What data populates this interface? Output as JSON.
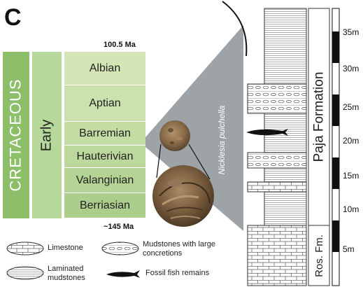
{
  "panel_letter": "C",
  "timescale": {
    "period": "CRETACEOUS",
    "epoch": "Early",
    "top_age": "100.5 Ma",
    "bottom_age": "~145 Ma",
    "stages": [
      {
        "name": "Albian",
        "color": "#d4e6b6"
      },
      {
        "name": "Aptian",
        "color": "#cce2ae"
      },
      {
        "name": "Barremian",
        "color": "#c4dda4"
      },
      {
        "name": "Hauterivian",
        "color": "#bcd89c"
      },
      {
        "name": "Valanginian",
        "color": "#b4d394"
      },
      {
        "name": "Berriasian",
        "color": "#acce8c"
      }
    ]
  },
  "species_label": "Nicklesia pulchella",
  "formations": {
    "upper": "Paja Formation",
    "lower": "Ros. Fm."
  },
  "scale_ticks": [
    "35m",
    "30m",
    "25m",
    "20m",
    "15m",
    "10m",
    "5m"
  ],
  "legend": {
    "limestone": "Limestone",
    "mudstones_concretions": "Mudstones with large concretions",
    "laminated_mudstones": "Laminated mudstones",
    "fossil_fish": "Fossil fish remains"
  },
  "colors": {
    "period_green": "#8dbf6a",
    "epoch_green": "#b6d89a",
    "connector_gray": "#9ea3a8"
  }
}
